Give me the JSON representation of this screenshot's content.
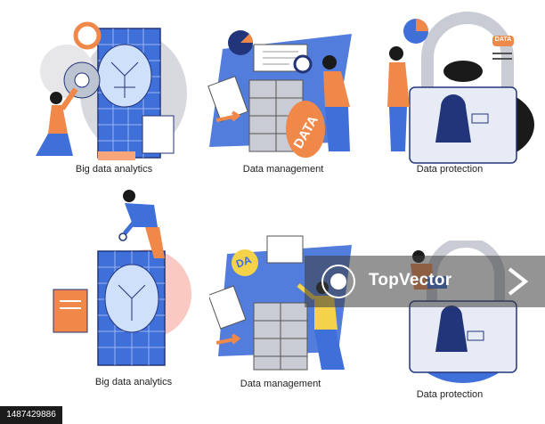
{
  "panels": [
    {
      "caption": "Big data analytics"
    },
    {
      "caption": "Data management"
    },
    {
      "caption": "Data protection"
    },
    {
      "caption": "Big data analytics"
    },
    {
      "caption": "Data management"
    },
    {
      "caption": "Data protection"
    }
  ],
  "labels": {
    "data_badge": "DATA",
    "data_sign": "DATA",
    "data_sign_partial": "DA"
  },
  "watermark": {
    "text": "TopVector"
  },
  "footer": {
    "image_id": "1487429886"
  },
  "colors": {
    "blue": "#3f6fd8",
    "orange": "#f0884a",
    "navy": "#23357a",
    "pink": "#f9c9c2",
    "gray": "#c9ccd4",
    "yellow": "#f4d34a"
  }
}
